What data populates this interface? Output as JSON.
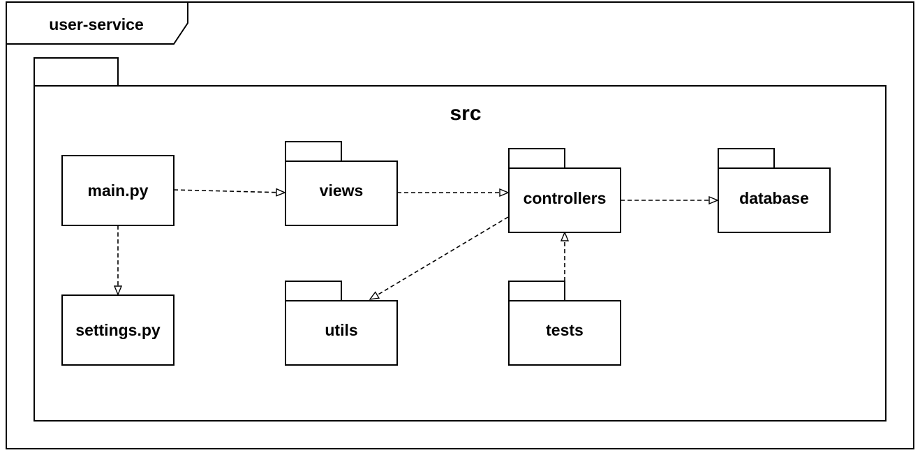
{
  "frame": {
    "title": "user-service"
  },
  "package": {
    "title": "src"
  },
  "nodes": {
    "main": {
      "label": "main.py"
    },
    "settings": {
      "label": "settings.py"
    },
    "views": {
      "label": "views"
    },
    "controllers": {
      "label": "controllers"
    },
    "database": {
      "label": "database"
    },
    "utils": {
      "label": "utils"
    },
    "tests": {
      "label": "tests"
    }
  },
  "edges": [
    {
      "from": "main.py",
      "to": "views",
      "style": "dashed",
      "arrow": "open-triangle"
    },
    {
      "from": "main.py",
      "to": "settings.py",
      "style": "dashed",
      "arrow": "open-triangle"
    },
    {
      "from": "views",
      "to": "controllers",
      "style": "dashed",
      "arrow": "open-triangle"
    },
    {
      "from": "controllers",
      "to": "database",
      "style": "dashed",
      "arrow": "open-triangle"
    },
    {
      "from": "controllers",
      "to": "utils",
      "style": "dashed",
      "arrow": "open-triangle"
    },
    {
      "from": "tests",
      "to": "controllers",
      "style": "dashed",
      "arrow": "open-triangle"
    }
  ]
}
